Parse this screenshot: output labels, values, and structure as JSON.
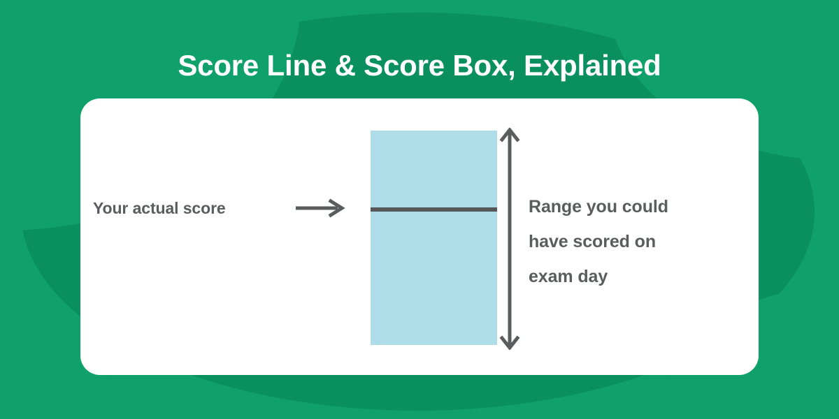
{
  "page": {
    "title": "Score Line & Score Box, Explained"
  },
  "colors": {
    "background_green": "#0fa06b",
    "background_green_dark": "#0a8f5e",
    "card_background": "#ffffff",
    "score_box_fill": "#aedce8",
    "score_line": "#555759",
    "label_text": "#5a5c5e",
    "title_text": "#ffffff"
  },
  "diagram": {
    "left_label": "Your actual score",
    "left_arrow_icon": "arrow-right-icon",
    "score_box_name": "score-box",
    "score_line_name": "score-line",
    "vertical_arrow_icon": "double-arrow-vertical-icon",
    "right_label_lines": [
      "Range you could",
      "have scored on",
      "exam day"
    ]
  }
}
